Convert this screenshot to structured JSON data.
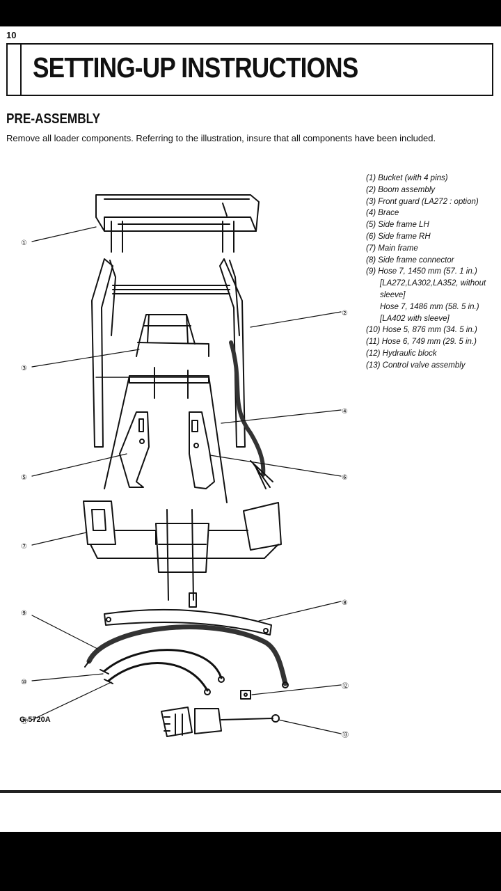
{
  "page": {
    "page_number": "10",
    "title": "SETTING-UP INSTRUCTIONS",
    "section_heading": "PRE-ASSEMBLY",
    "intro": "Remove all loader components.  Referring to the illustration, insure that all components have been included.",
    "figure_code": "G-5720A"
  },
  "legend": [
    {
      "text": "(1) Bucket (with 4 pins)"
    },
    {
      "text": "(2) Boom assembly"
    },
    {
      "text": "(3) Front guard (LA272 : option)"
    },
    {
      "text": "(4) Brace"
    },
    {
      "text": "(5) Side frame LH"
    },
    {
      "text": "(6) Side frame RH"
    },
    {
      "text": "(7) Main frame"
    },
    {
      "text": "(8) Side frame connector"
    },
    {
      "text": "(9) Hose 7, 1450 mm (57. 1 in.)"
    },
    {
      "text": "[LA272,LA302,LA352, without"
    },
    {
      "text": "sleeve]"
    },
    {
      "text": "Hose 7, 1486 mm (58. 5 in.)"
    },
    {
      "text": "[LA402 with sleeve]"
    },
    {
      "text": "(10) Hose 5, 876 mm (34. 5 in.)"
    },
    {
      "text": "(11) Hose 6, 749 mm (29. 5 in.)"
    },
    {
      "text": "(12) Hydraulic block"
    },
    {
      "text": "(13) Control valve assembly"
    }
  ],
  "callouts": [
    "①",
    "②",
    "③",
    "④",
    "⑤",
    "⑥",
    "⑦",
    "⑧",
    "⑨",
    "⑩",
    "⑪",
    "⑫",
    "⑬"
  ]
}
